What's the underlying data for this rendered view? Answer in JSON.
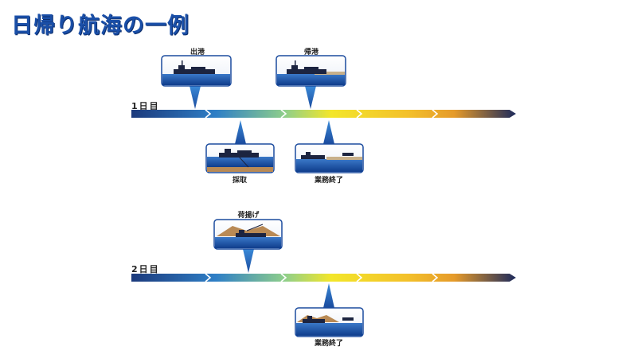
{
  "title": "日帰り航海の一例",
  "colors": {
    "title": "#1a4fa8",
    "arrow_start": "#1c3a7c",
    "arrow_mid1": "#3aa0d8",
    "arrow_mid2": "#f3e62a",
    "arrow_mid3": "#f3a61e",
    "arrow_end": "#1c2a5c",
    "panel_border": "#1b4b9e",
    "pointer": "#2e6fc0"
  },
  "days": [
    {
      "label": "1日目",
      "panels": [
        {
          "label": "出港",
          "scene": "departure"
        },
        {
          "label": "帰港",
          "scene": "return"
        },
        {
          "label": "採取",
          "scene": "collect"
        },
        {
          "label": "業務終了",
          "scene": "finish"
        }
      ]
    },
    {
      "label": "2日目",
      "panels": [
        {
          "label": "荷揚げ",
          "scene": "unload"
        },
        {
          "label": "業務終了",
          "scene": "finish"
        }
      ]
    }
  ]
}
